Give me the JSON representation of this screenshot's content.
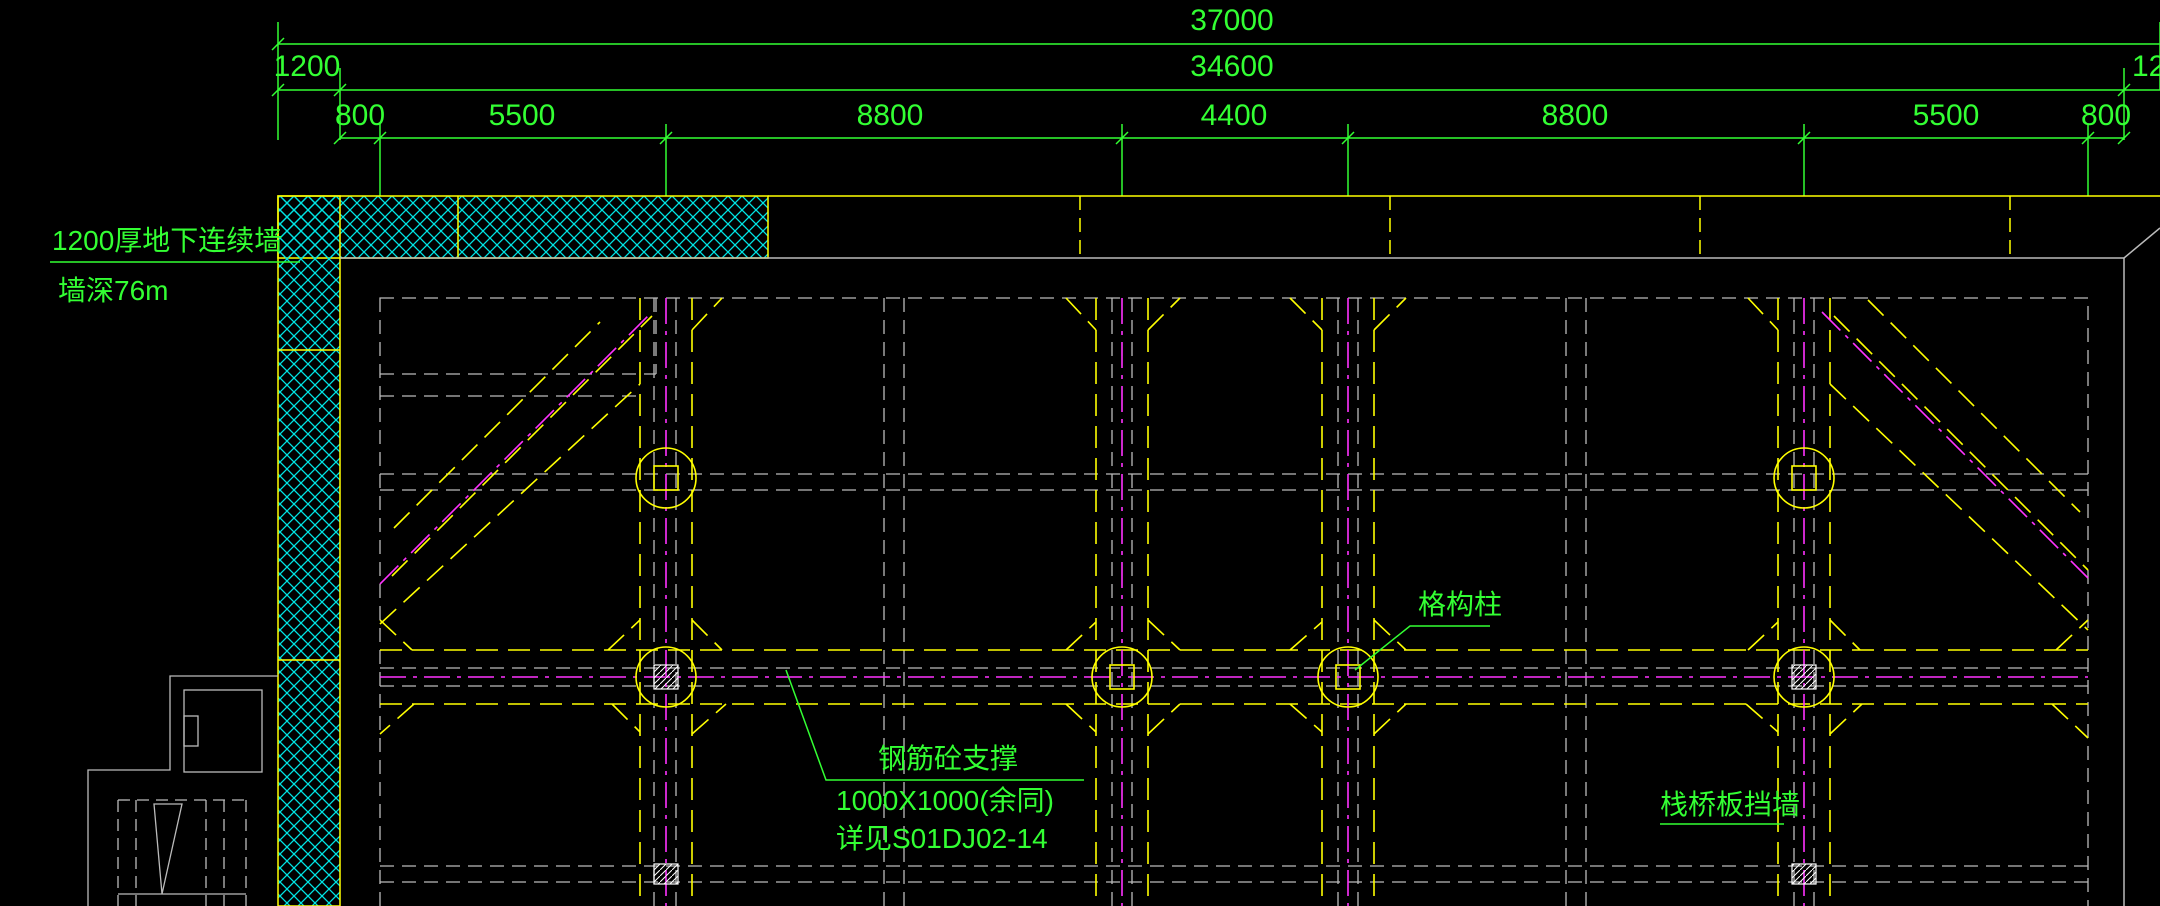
{
  "dimensions": {
    "overall": "37000",
    "inner": "34600",
    "wall_left": "1200",
    "wall_right": "12",
    "bays": [
      "800",
      "5500",
      "8800",
      "4400",
      "8800",
      "5500",
      "800"
    ]
  },
  "annotations": {
    "wall_title": "1200厚地下连续墙",
    "wall_depth": "墙深76m",
    "lattice_column": "格构柱",
    "strut_title": "钢筋砼支撑",
    "strut_size": "1000X1000(余同)",
    "strut_ref": "详见S01DJ02-14",
    "trestle_wall": "栈桥板挡墙"
  },
  "colors": {
    "background": "#000000",
    "dimension": "#33ff33",
    "strut": "#ffff00",
    "axis": "#ff33ff",
    "wall_hatch": "#00e5e5",
    "hidden": "#bbbbbb"
  }
}
